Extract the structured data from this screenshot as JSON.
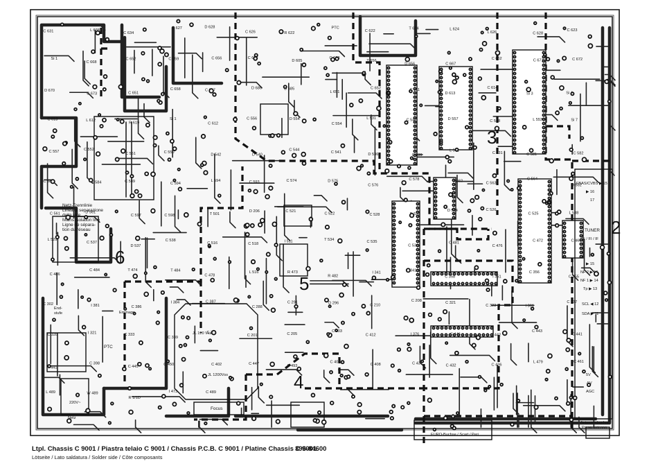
{
  "footer": {
    "title": "Ltpl. Chassis C 9001 / Piastra telaio C 9001 / Chassis P.C.B. C 9001 / Platine Chassis C 9001",
    "doc_number": "396-84600",
    "subtitle": "Lötseite / Lato saldatura / Solder side / Côte composants"
  },
  "sections": [
    {
      "id": "2",
      "label": "2"
    },
    {
      "id": "3",
      "label": "3"
    },
    {
      "id": "4",
      "label": "4"
    },
    {
      "id": "5",
      "label": "5"
    },
    {
      "id": "6",
      "label": "6"
    }
  ],
  "blocks": {
    "mains_isolation": [
      "Netz-Trennlinie",
      "Linea di separazione",
      "della rete",
      "Mains isolation line",
      "Ligne de sépara-",
      "tion du réseau"
    ],
    "tuner": {
      "title": "TUNER",
      "sub": "ZF / FI / IF",
      "pins": [
        "FBAS/CVBS ▶ 15",
        "▶ 16",
        "17",
        "▶ 15",
        "NF 2 ▶ 15",
        "NF 1 ▶ 14",
        "Tp ▶ 13",
        "SCL ◀ 12",
        "SDA ▶ 11"
      ]
    },
    "antenna": [
      "Antennenbuchse",
      "Presa antenna"
    ],
    "euro": "EURO-Buchse / Scart / Peri",
    "focus": "Focus",
    "net": [
      "Netz",
      "220V~"
    ],
    "endstufe": [
      "End-",
      "stufe"
    ],
    "emmagn": "Emmagn.",
    "ptc": "PTC",
    "flyback": [
      "JL 120 Vss",
      "JL 1200Vss"
    ],
    "afc": [
      "5V",
      "-5V",
      "AGC"
    ]
  },
  "components": {
    "labels": [
      "C 631",
      "L 638",
      "C 634",
      "C 627",
      "D 628",
      "C 626",
      "R 622",
      "PTC",
      "C 622",
      "T 624",
      "L 624",
      "L 626",
      "C 628",
      "C 623",
      "Si 1",
      "C 668",
      "C 652",
      "C 659",
      "C 656",
      "C 666",
      "D 605",
      "C 663",
      "T 656",
      "D 656",
      "C 667",
      "C 662",
      "C 671",
      "C 672",
      "D 670",
      "C 673",
      "C 651",
      "C 658",
      "C 687",
      "D 686",
      "D 685",
      "L 651",
      "C 652",
      "C 611",
      "D 613",
      "C 614",
      "Si 3",
      "Si 4",
      "C 613",
      "L 612",
      "R 619",
      "Si 1",
      "C 612",
      "C 556",
      "D 554",
      "C 554",
      "L 531",
      "C 547",
      "D 557",
      "C 548",
      "L 553",
      "Si 7",
      "C 557",
      "C 552",
      "C 551",
      "C 550",
      "D 542",
      "D 540",
      "C 544",
      "C 541",
      "D 536",
      "C 536",
      "L 541",
      "C 531",
      "C 581",
      "C 582",
      "C 586",
      "C 584",
      "C 589",
      "C 594",
      "L 594",
      "C 593",
      "C 574",
      "D 575",
      "C 576",
      "C 578",
      "C 562",
      "C 563",
      "C 564",
      "D 562",
      "C 561",
      "D 561",
      "C 597",
      "C 598",
      "T 501",
      "D 206",
      "C 521",
      "C 522",
      "C 528",
      "D 525",
      "D 514",
      "C 526",
      "C 525",
      "L 538",
      "L 529",
      "C 537",
      "D 537",
      "C 538",
      "C 516",
      "C 518",
      "I 511",
      "T 534",
      "C 535",
      "C 534",
      "C 481",
      "C 476",
      "C 472",
      "C 466",
      "C 486",
      "C 484",
      "T 474",
      "T 484",
      "C 478",
      "L 516",
      "R 473",
      "R 482",
      "I 341",
      "C 341",
      "C 358",
      "I 351",
      "C 356",
      "C 355",
      "C 302",
      "I 381",
      "C 386",
      "I 384",
      "C 387",
      "C 288",
      "C 291",
      "D 296",
      "C 210",
      "C 208",
      "C 321",
      "C 323",
      "I 361",
      "C 337",
      "C 335",
      "I 321",
      "C 333",
      "C 339",
      "C 211",
      "C 201",
      "C 205",
      "C 203",
      "C 412",
      "I 376",
      "C 446",
      "C 442",
      "C 443",
      "C 441",
      "I 441",
      "C 398",
      "C 445",
      "C 450",
      "C 402",
      "C 447",
      "C 493",
      "C 401",
      "C 408",
      "C 431",
      "C 432",
      "C 436",
      "L 479",
      "C 461",
      "L 489",
      "W 489",
      "R 1/1D",
      "I 473",
      "C 489"
    ]
  }
}
